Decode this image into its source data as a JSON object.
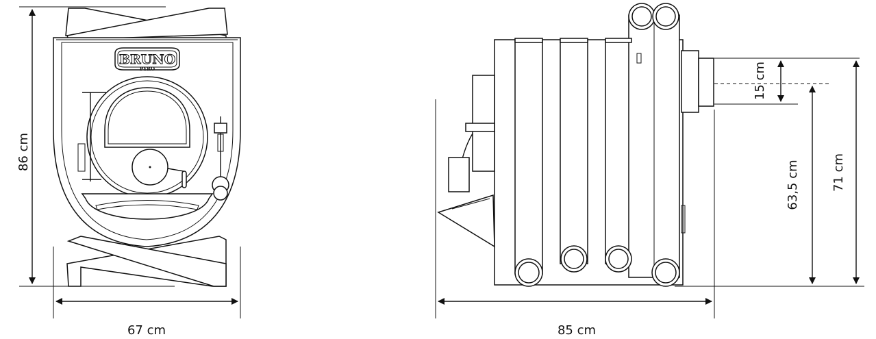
{
  "front_view": {
    "brand": "BRUNO",
    "sub_brand": "PYRO",
    "width_label": "67 cm",
    "height_label": "86 cm"
  },
  "side_view": {
    "depth_label": "85 cm",
    "flue_diameter_label": "15 cm",
    "flue_center_height_label": "63,5 cm",
    "flue_top_height_label": "71 cm"
  },
  "colors": {
    "line": "#111111",
    "background": "#ffffff"
  }
}
